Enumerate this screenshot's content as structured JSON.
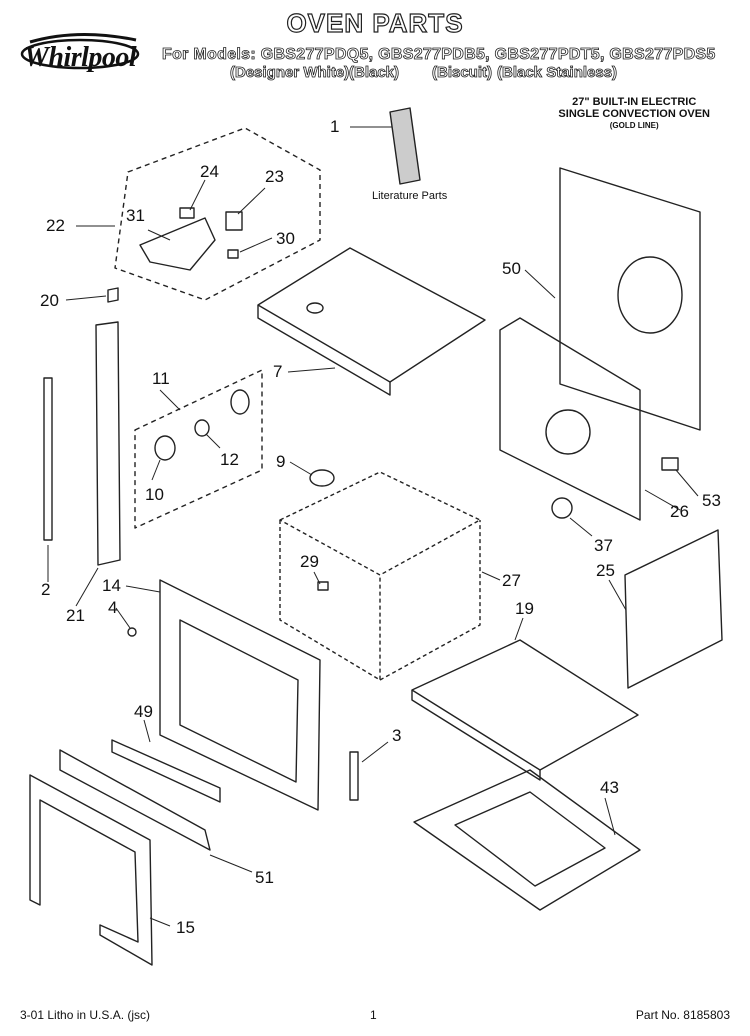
{
  "header": {
    "brand": "Whirlpool",
    "title": "OVEN PARTS",
    "models_line": "For Models: GBS277PDQ5, GBS277PDB5, GBS277PDT5, GBS277PDS5",
    "colors": [
      "(Designer White)",
      "(Black)",
      "(Biscuit)",
      "(Black Stainless)"
    ],
    "description_line1": "27\" BUILT-IN ELECTRIC",
    "description_line2": "SINGLE CONVECTION OVEN",
    "description_line3": "(GOLD LINE)"
  },
  "diagram": {
    "literature_label": "Literature Parts",
    "callouts": [
      "1",
      "24",
      "23",
      "22",
      "31",
      "30",
      "20",
      "50",
      "7",
      "11",
      "12",
      "10",
      "9",
      "53",
      "26",
      "37",
      "2",
      "21",
      "14",
      "29",
      "27",
      "25",
      "4",
      "19",
      "49",
      "3",
      "43",
      "51",
      "15"
    ]
  },
  "footer": {
    "left": "3-01 Litho in U.S.A. (jsc)",
    "center": "1",
    "right": "Part No. 8185803"
  }
}
